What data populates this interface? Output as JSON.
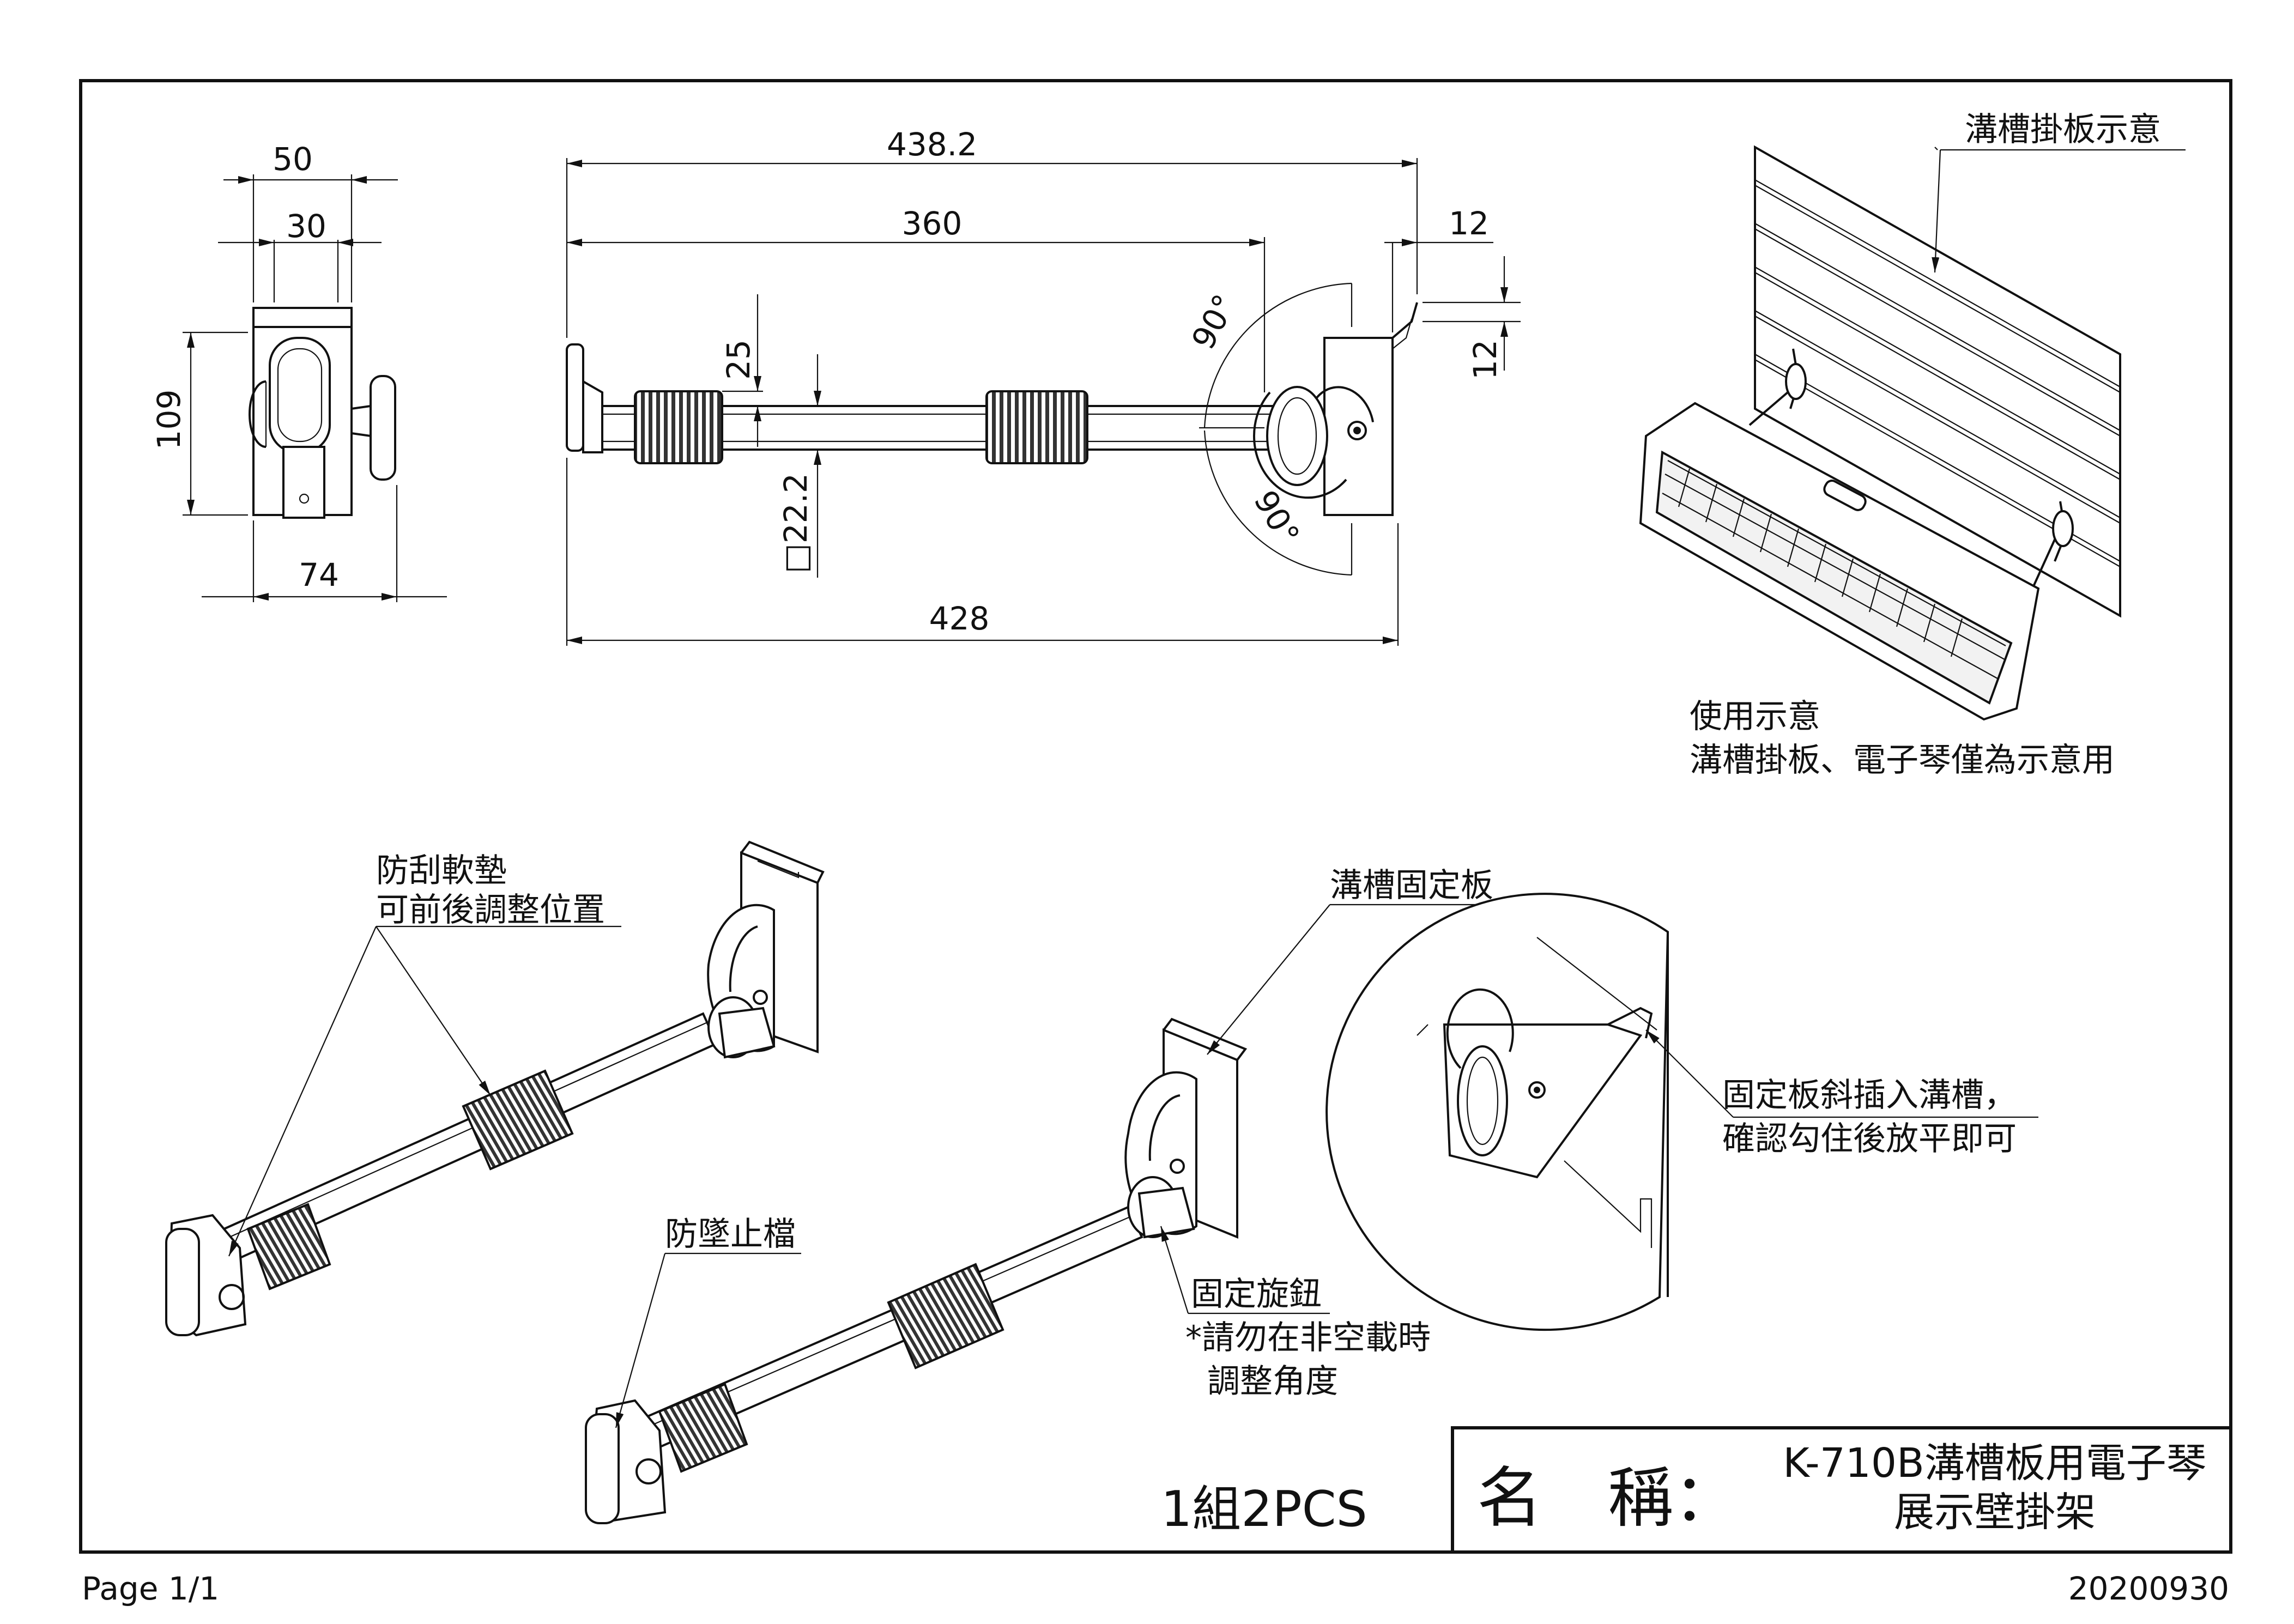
{
  "front_view": {
    "dims": {
      "width_outer": "50",
      "width_inner": "30",
      "height": "109",
      "depth": "74"
    }
  },
  "side_view": {
    "dims": {
      "overall": "438.2",
      "bar": "360",
      "hook": "12",
      "hook_height": "12",
      "pad": "25",
      "tube": "□22.2",
      "base": "428",
      "angle_up": "90°",
      "angle_down": "90°"
    }
  },
  "slatwall_illustration": {
    "label": "溝槽掛板示意",
    "note_line1": "使用示意",
    "note_line2": "溝槽掛板、電子琴僅為示意用"
  },
  "callouts": {
    "pad_line1": "防刮軟墊",
    "pad_line2": "可前後調整位置",
    "stopper": "防墜止檔",
    "plate": "溝槽固定板",
    "knob": "固定旋鈕",
    "knob_warn1": "*請勿在非空載時",
    "knob_warn2": "調整角度",
    "insert1": "固定板斜插入溝槽，",
    "insert2": "確認勾住後放平即可"
  },
  "quantity": "1組2PCS",
  "title_block": {
    "name_label": "名　稱：",
    "product_line1": "K-710B溝槽板用電子琴",
    "product_line2": "展示壁掛架"
  },
  "footer": {
    "page": "Page 1/1",
    "date": "20200930"
  }
}
